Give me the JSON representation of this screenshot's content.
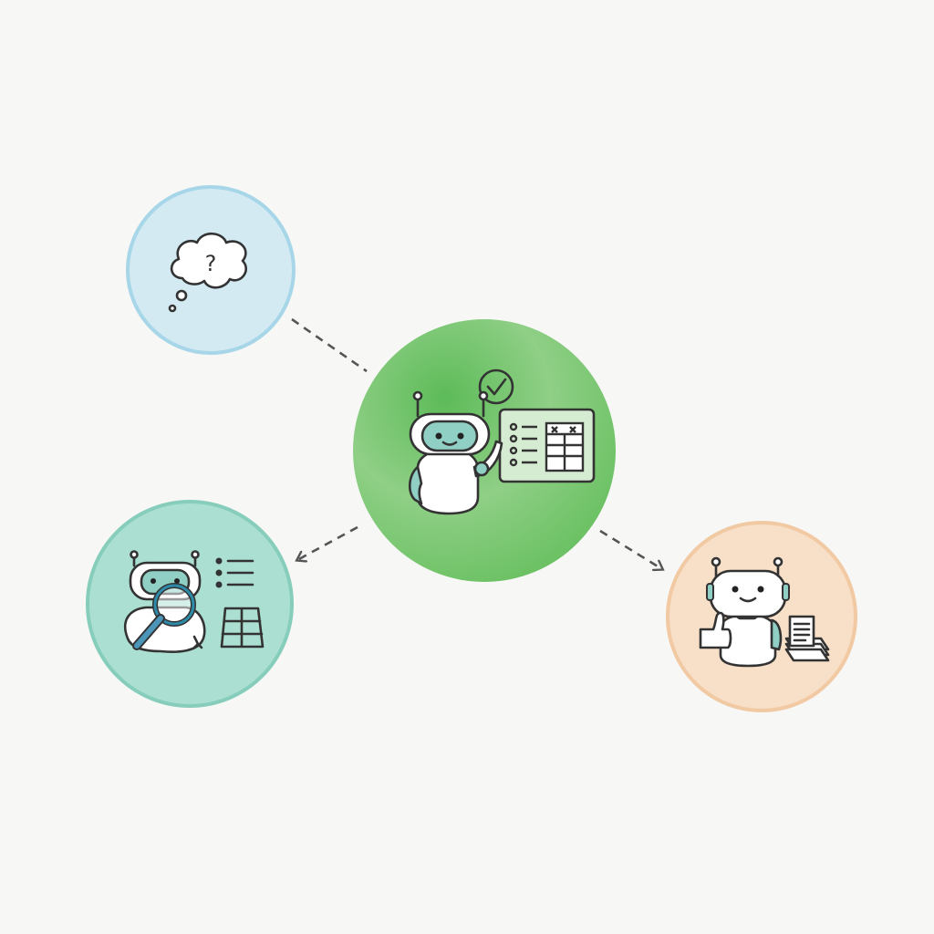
{
  "diagram": {
    "nodes": [
      {
        "id": "question",
        "icon": "thought-bubble-question-icon",
        "glyph": "?",
        "color": "#cfe8f2",
        "border": "#9fd3e6"
      },
      {
        "id": "planner",
        "icon": "robot-presenting-checklist-icon",
        "color": "#6cc36a"
      },
      {
        "id": "researcher",
        "icon": "robot-magnifier-icon",
        "color": "#a8ddd0",
        "border": "#7ccbb8"
      },
      {
        "id": "reporter",
        "icon": "robot-thumbs-up-documents-icon",
        "color": "#f7dcc3",
        "border": "#f0c69f"
      }
    ],
    "edges": [
      {
        "from": "question",
        "to": "planner",
        "style": "dashed",
        "arrow": false
      },
      {
        "from": "planner",
        "to": "researcher",
        "style": "dashed",
        "arrow": true
      },
      {
        "from": "planner",
        "to": "reporter",
        "style": "dashed",
        "arrow": true
      }
    ],
    "accent_face": "#8fcfc4"
  }
}
